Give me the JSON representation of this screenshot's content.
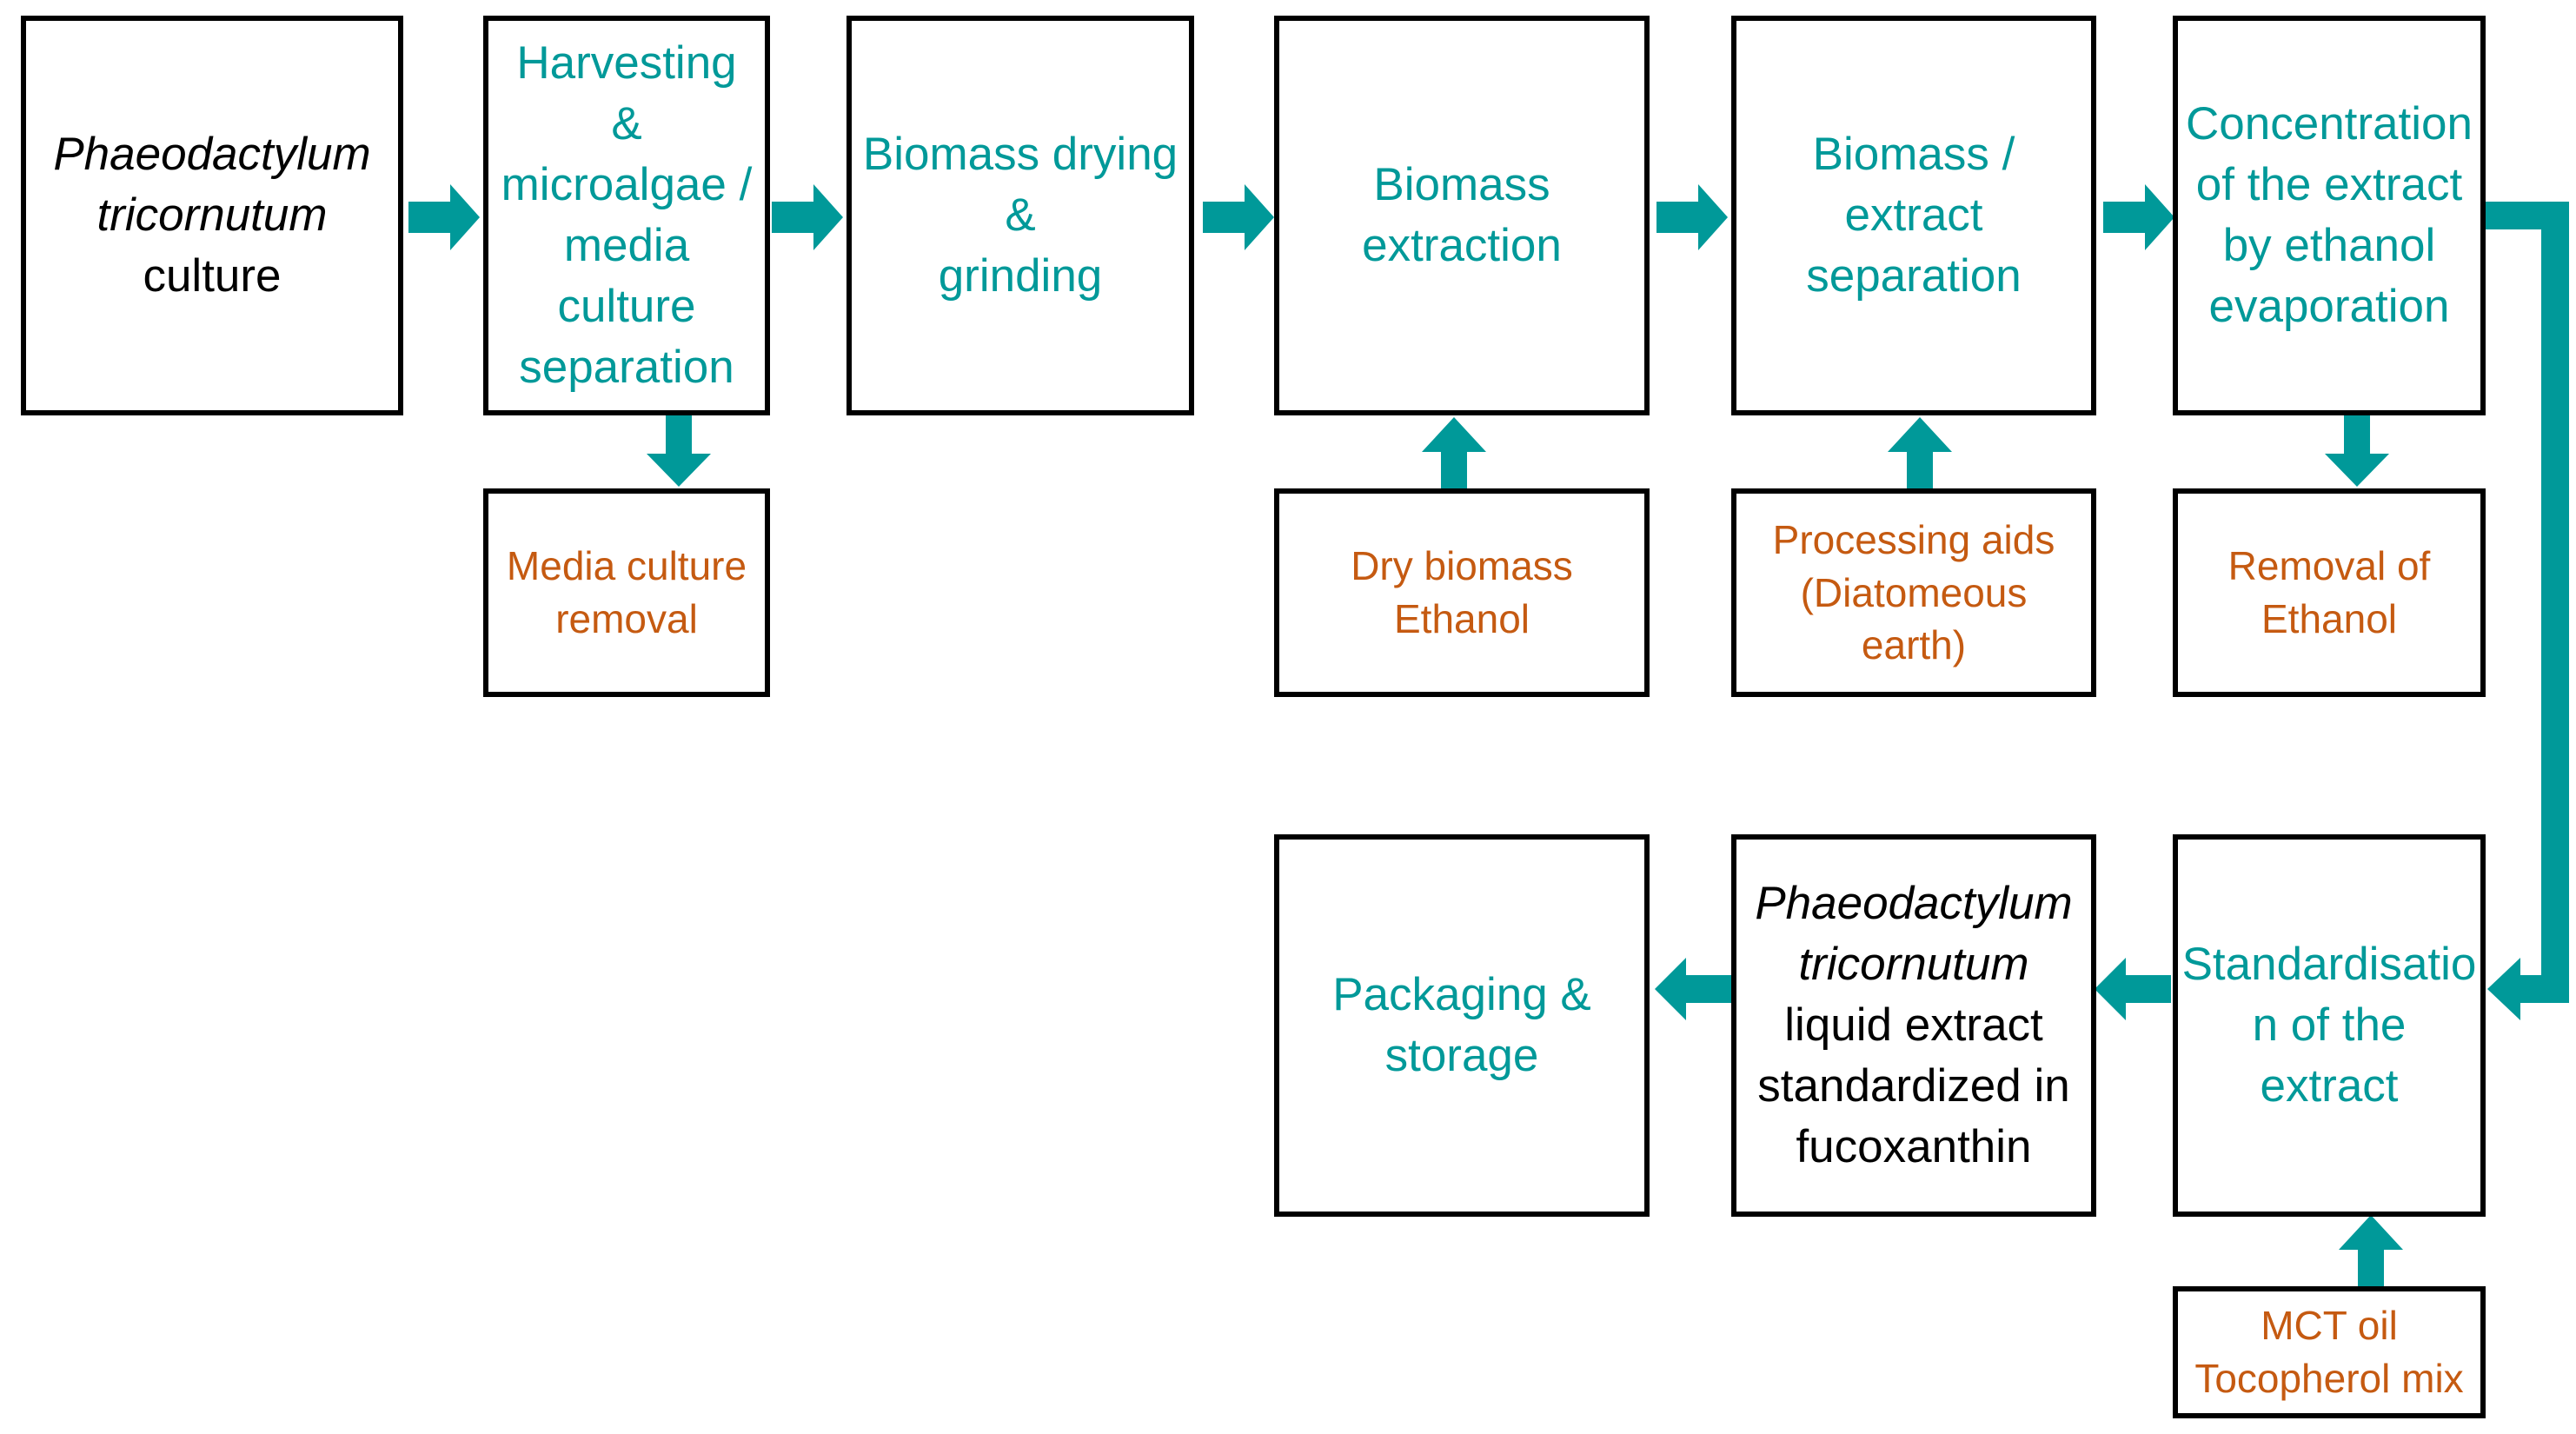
{
  "colors": {
    "process": "#009999",
    "input_output": "#c55a11",
    "border": "#000000",
    "arrow": "#009999"
  },
  "steps": {
    "culture": {
      "italic_lines": [
        "Phaeodactylum",
        "tricornutum"
      ],
      "lines": [
        "culture"
      ]
    },
    "harvest": {
      "lines": [
        "Harvesting",
        "&",
        "microalgae /",
        "media",
        "culture",
        "separation"
      ]
    },
    "drying": {
      "lines": [
        "Biomass drying",
        "&",
        "grinding"
      ]
    },
    "extraction": {
      "lines": [
        "Biomass",
        "extraction"
      ]
    },
    "separation": {
      "lines": [
        "Biomass /",
        "extract",
        "separation"
      ]
    },
    "concentration": {
      "lines": [
        "Concentration",
        "of the extract",
        "by ethanol",
        "evaporation"
      ]
    },
    "standardisation": {
      "lines": [
        "Standardisatio",
        "n of the",
        "extract"
      ]
    },
    "product": {
      "italic_lines": [
        "Phaeodactylum",
        "tricornutum"
      ],
      "lines": [
        "liquid extract",
        "standardized in",
        "fucoxanthin"
      ]
    },
    "packaging": {
      "lines": [
        "Packaging &",
        "storage"
      ]
    }
  },
  "side_boxes": {
    "media_removal": {
      "lines": [
        "Media culture",
        "removal"
      ]
    },
    "dry_biomass": {
      "lines": [
        "Dry biomass",
        "Ethanol"
      ]
    },
    "processing_aids": {
      "lines": [
        "Processing aids",
        "(Diatomeous",
        "earth)"
      ]
    },
    "ethanol_removal": {
      "lines": [
        "Removal of",
        "Ethanol"
      ]
    },
    "mct_oil": {
      "lines": [
        "MCT oil",
        "Tocopherol mix"
      ]
    }
  }
}
